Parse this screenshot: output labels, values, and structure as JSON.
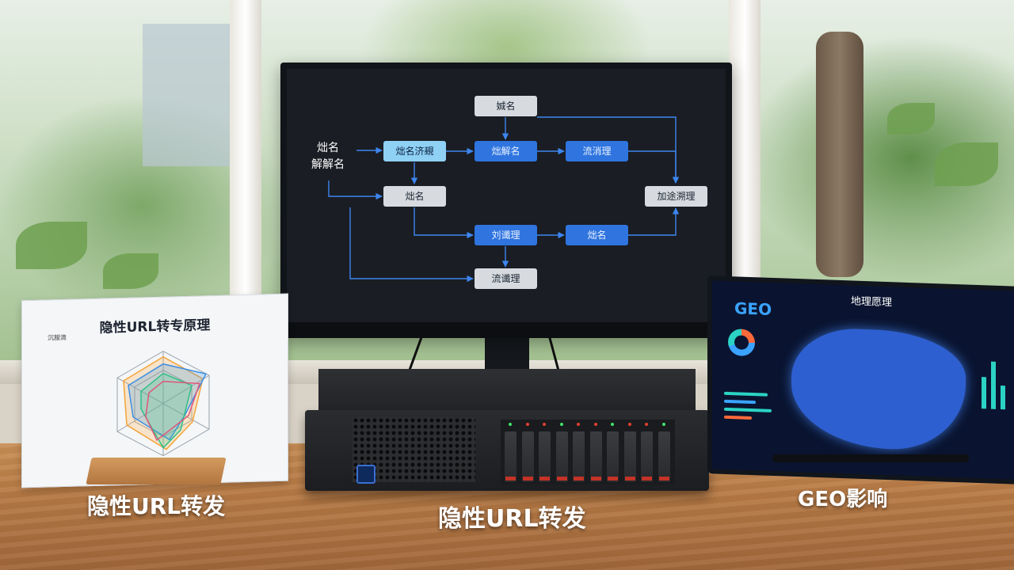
{
  "monitor": {
    "source_label": "炪名\n解解名",
    "nodes": {
      "top": "娍名",
      "parse": "炪名济覡",
      "middle1": "炪解名",
      "flow1": "流消理",
      "middle2": "炪名",
      "right_merge": "加途溯理",
      "process2": "刘谶理",
      "out2": "炪名",
      "bottom": "流谶理"
    }
  },
  "card": {
    "title": "隐性URL转专原理",
    "corner": "沉服滴",
    "chart_type": "radar"
  },
  "tablet": {
    "logo": "GEO",
    "title": "地理愿理"
  },
  "captions": {
    "left": "隐性URL转发",
    "center": "隐性URL转发",
    "right": "GEO影响"
  },
  "colors": {
    "node_blue": "#2f74df",
    "node_light": "#8fd0f5",
    "node_grey": "#d7dbe0",
    "screen_bg": "#1a1d23",
    "arrow": "#3d86f0"
  }
}
